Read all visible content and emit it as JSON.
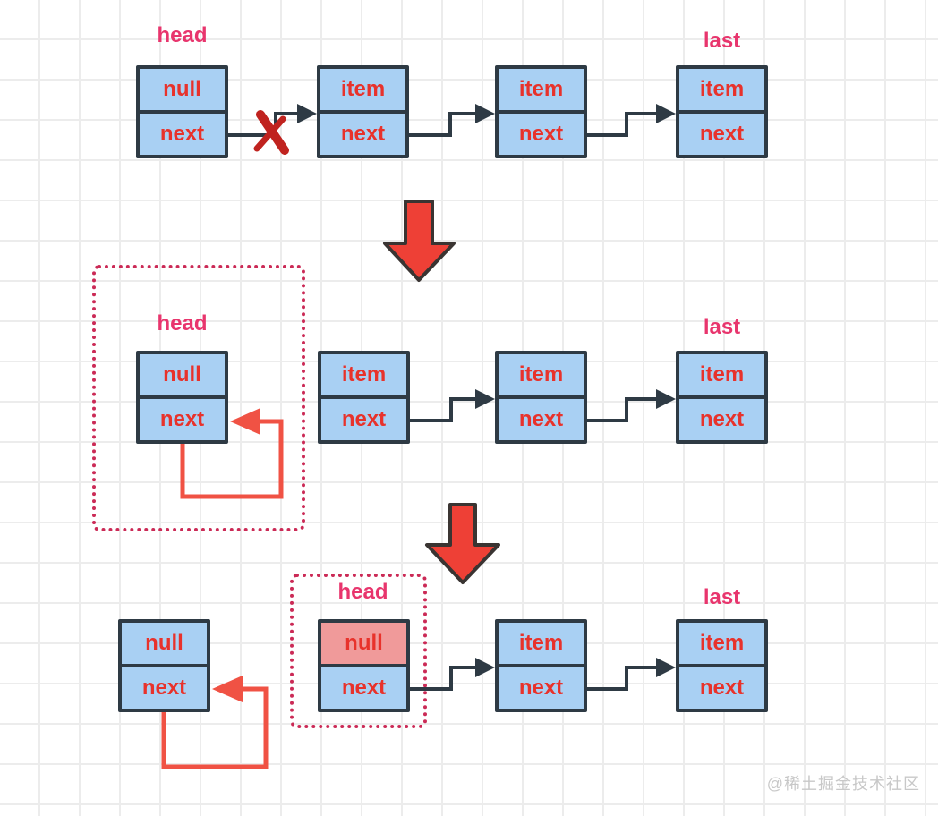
{
  "watermark": "@稀土掘金技术社区",
  "colors": {
    "node_fill": "#a9d0f3",
    "node_border": "#2e3a44",
    "value_text": "#e8322b",
    "pointer_label": "#e8356d",
    "dotted_box": "#cb2a56",
    "loop_arrow": "#f05244",
    "big_arrow": "#ee4036",
    "big_arrow_border": "#3a3432",
    "x_mark": "#c0231f",
    "removed_cell_fill": "#f09a9a",
    "watermark": "#c8c8c8",
    "grid_line": "#ececec"
  },
  "step1": {
    "head_label": "head",
    "last_label": "last",
    "nodes": [
      {
        "top": "null",
        "bottom": "next"
      },
      {
        "top": "item",
        "bottom": "next"
      },
      {
        "top": "item",
        "bottom": "next"
      },
      {
        "top": "item",
        "bottom": "next"
      }
    ]
  },
  "step2": {
    "head_label": "head",
    "last_label": "last",
    "nodes": [
      {
        "top": "null",
        "bottom": "next"
      },
      {
        "top": "item",
        "bottom": "next"
      },
      {
        "top": "item",
        "bottom": "next"
      },
      {
        "top": "item",
        "bottom": "next"
      }
    ]
  },
  "step3": {
    "head_label": "head",
    "last_label": "last",
    "nodes": [
      {
        "top": "null",
        "bottom": "next"
      },
      {
        "top": "null",
        "bottom": "next"
      },
      {
        "top": "item",
        "bottom": "next"
      },
      {
        "top": "item",
        "bottom": "next"
      }
    ]
  }
}
